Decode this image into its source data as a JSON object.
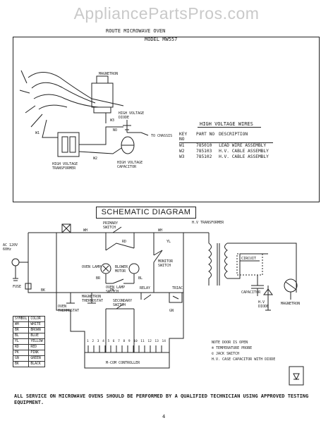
{
  "watermark": "AppliancePartsPros.com",
  "header_text": "ROUTE MICROWAVE OVEN",
  "model_label": "MODEL MW557",
  "wiring_labels": {
    "magnetron": "MAGNETRON",
    "high_voltage_diode": "HIGH VOLTAGE DIODE",
    "to_chassis": "TO CHASSIS",
    "high_voltage_transformer": "HIGH VOLTAGE TRANSFORMER",
    "high_voltage_capacitor": "HIGH VOLTAGE CAPACITOR",
    "w1": "W1",
    "w2": "W2",
    "w3": "W3",
    "no": "NO"
  },
  "high_voltage_wires": {
    "title": "HIGH VOLTAGE WIRES",
    "headers": [
      "KEY NO",
      "PART NO",
      "DESCRIPTION"
    ],
    "rows": [
      [
        "W1",
        "785010",
        "LEAD WIRE ASSEMBLY"
      ],
      [
        "W2",
        "785103",
        "H.V. CABLE ASSEMBLY"
      ],
      [
        "W3",
        "785102",
        "H.V. CABLE ASSEMBLY"
      ]
    ]
  },
  "schematic_title": "SCHEMATIC DIAGRAM",
  "schematic_labels": {
    "primary_switch": "PRIMARY SWITCH",
    "hv_transformer": "H.V TRANSFORMER",
    "supply": "AC 120V 60Hz",
    "oven_lamp": "OVEN LAMP",
    "blower_motor": "BLOWER MOTOR",
    "monitor_switch": "MONITOR SWITCH",
    "oven_lamp_switch": "OVEN LAMP SWITCH",
    "oven_thermostat": "OVEN THERMOSTAT",
    "magnetron_thermostat": "MAGNETRON THERMOSTAT",
    "secondary_switch": "SECONDARY SWITCH",
    "relay": "RELAY",
    "triac": "TRIAC",
    "microcontroller": "M-COM CONTROLLER",
    "capacitor": "CAPACITOR",
    "hv_diode": "H.V DIODE",
    "magnetron": "MAGNETRON",
    "fuse": "FUSE",
    "circuit": "CIRCUIT",
    "wh": "WH",
    "bk": "BK",
    "rd": "RD",
    "yl": "YL",
    "bl": "BL",
    "br": "BR",
    "gn": "GN",
    "pk": "PK",
    "terminals": [
      "1",
      "2",
      "3",
      "4",
      "5",
      "6",
      "7",
      "8",
      "9",
      "10",
      "11",
      "12",
      "13",
      "14"
    ]
  },
  "color_code": {
    "headers": [
      "SYMBOL",
      "COLOR"
    ],
    "rows": [
      [
        "WH",
        "WHITE"
      ],
      [
        "BR",
        "BROWN"
      ],
      [
        "BL",
        "BLUE"
      ],
      [
        "YL",
        "YELLOW"
      ],
      [
        "RD",
        "RED"
      ],
      [
        "PK",
        "PINK"
      ],
      [
        "GN",
        "GREEN"
      ],
      [
        "BK",
        "BLACK"
      ]
    ]
  },
  "notes": [
    "NOTE DOOR IS OPEN",
    "® TEMPERATURE PROBE",
    "© JACK SWITCH",
    "H.V. CASE CAPACITOR WITH DIODE"
  ],
  "footer_text": "ALL SERVICE ON MICROWAVE OVENS SHOULD BE PERFORMED BY A QUALIFIED TECHNICIAN USING APPROVED TESTING EQUIPMENT.",
  "page_number": "4"
}
